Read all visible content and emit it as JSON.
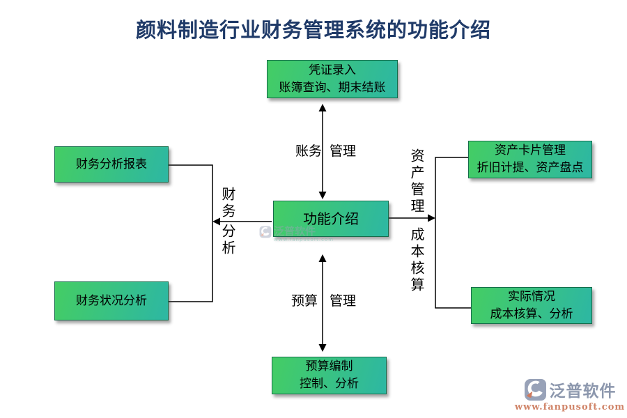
{
  "title": "颜料制造行业财务管理系统的功能介绍",
  "nodes": {
    "top": {
      "line1": "凭证录入",
      "line2": "账簿查询、期末结账"
    },
    "center": {
      "label": "功能介绍"
    },
    "left_top": {
      "label": "财务分析报表"
    },
    "left_bottom": {
      "label": "财务状况分析"
    },
    "right_top": {
      "line1": "资产卡片管理",
      "line2": "折旧计提、资产盘点"
    },
    "right_bottom": {
      "line1": "实际情况",
      "line2": "成本核算、分析"
    },
    "bottom": {
      "line1": "预算编制",
      "line2": "控制、分析"
    }
  },
  "links": {
    "accounting": {
      "left": "账务",
      "right": "管理"
    },
    "budget": {
      "left": "预算",
      "right": "管理"
    },
    "finance": {
      "top": "财务",
      "bottom": "分析"
    },
    "asset": {
      "label": "资产管理"
    },
    "cost": {
      "label": "成本核算"
    }
  },
  "watermark": {
    "brand": "泛普软件",
    "url": "www.fanpusoft.com"
  },
  "colors": {
    "title": "#1f3a68",
    "box_gradient_start": "#44cd64",
    "box_gradient_end": "#2db7a3",
    "box_border": "#156c4a",
    "line": "#000000",
    "watermark_brand": "#8c97ad",
    "watermark_url": "#d08468"
  }
}
